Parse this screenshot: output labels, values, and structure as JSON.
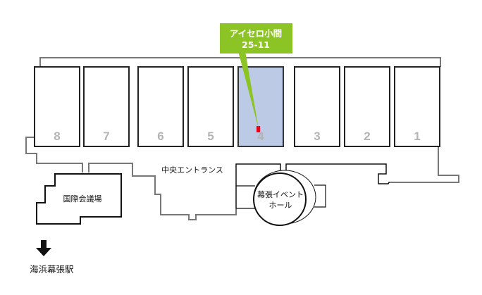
{
  "callout": {
    "line1": "アイセロ小間",
    "line2": "25-11",
    "color": "#8cc425"
  },
  "halls": [
    {
      "label": "8",
      "selected": false
    },
    {
      "label": "7",
      "selected": false
    },
    {
      "label": "6",
      "selected": false
    },
    {
      "label": "5",
      "selected": false
    },
    {
      "label": "4",
      "selected": true
    },
    {
      "label": "3",
      "selected": false
    },
    {
      "label": "2",
      "selected": false
    },
    {
      "label": "1",
      "selected": false
    }
  ],
  "labels": {
    "central_entrance": "中央エントランス",
    "convention_hall": "国際会議場",
    "event_hall_line1": "幕張イベント",
    "event_hall_line2": "ホール",
    "station": "海浜幕張駅"
  },
  "colors": {
    "selected_hall": "#bccae6",
    "booth_marker": "#e8001c"
  }
}
